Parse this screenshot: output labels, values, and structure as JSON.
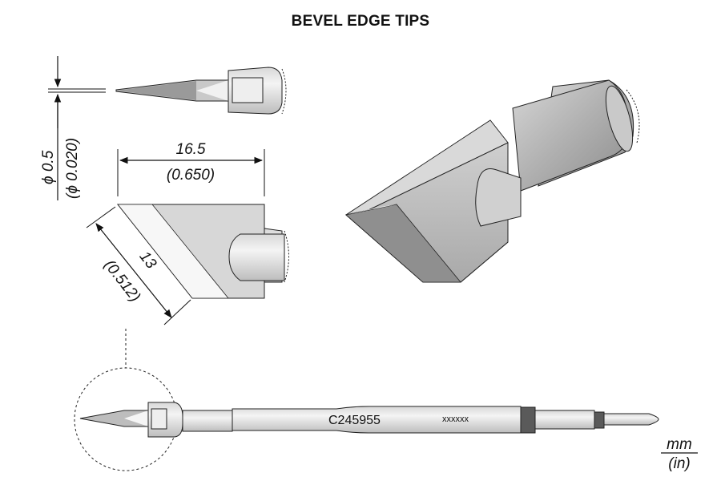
{
  "title": "BEVEL EDGE TIPS",
  "dimensions": {
    "diameter_mm": "ϕ 0.5",
    "diameter_in": "(ϕ 0.020)",
    "length_mm": "16.5",
    "length_in": "(0.650)",
    "bevel_mm": "13",
    "bevel_in": "(0.512)"
  },
  "tip_code": "C245955",
  "serial": "xxxxxx",
  "units": {
    "primary": "mm",
    "secondary": "(in)"
  },
  "colors": {
    "ink": "#111111",
    "metal_light": "#e2e2e2",
    "metal_mid": "#c4c4c4",
    "metal_dark": "#8e8e8e",
    "band": "#555555"
  }
}
